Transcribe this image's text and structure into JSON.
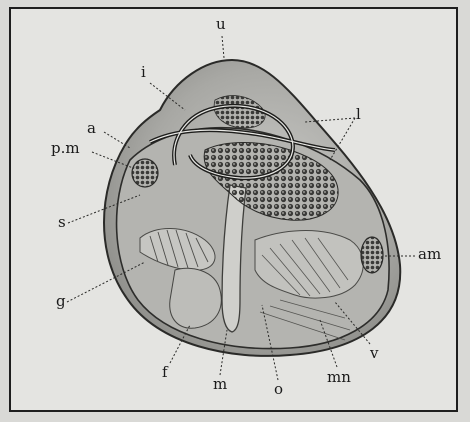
{
  "figure": {
    "labels": {
      "u": "u",
      "i": "i",
      "a": "a",
      "pm": "p.m",
      "l": "l",
      "s": "s",
      "am": "am",
      "g": "g",
      "f": "f",
      "m": "m",
      "o": "o",
      "mn": "mn",
      "v": "v"
    }
  }
}
